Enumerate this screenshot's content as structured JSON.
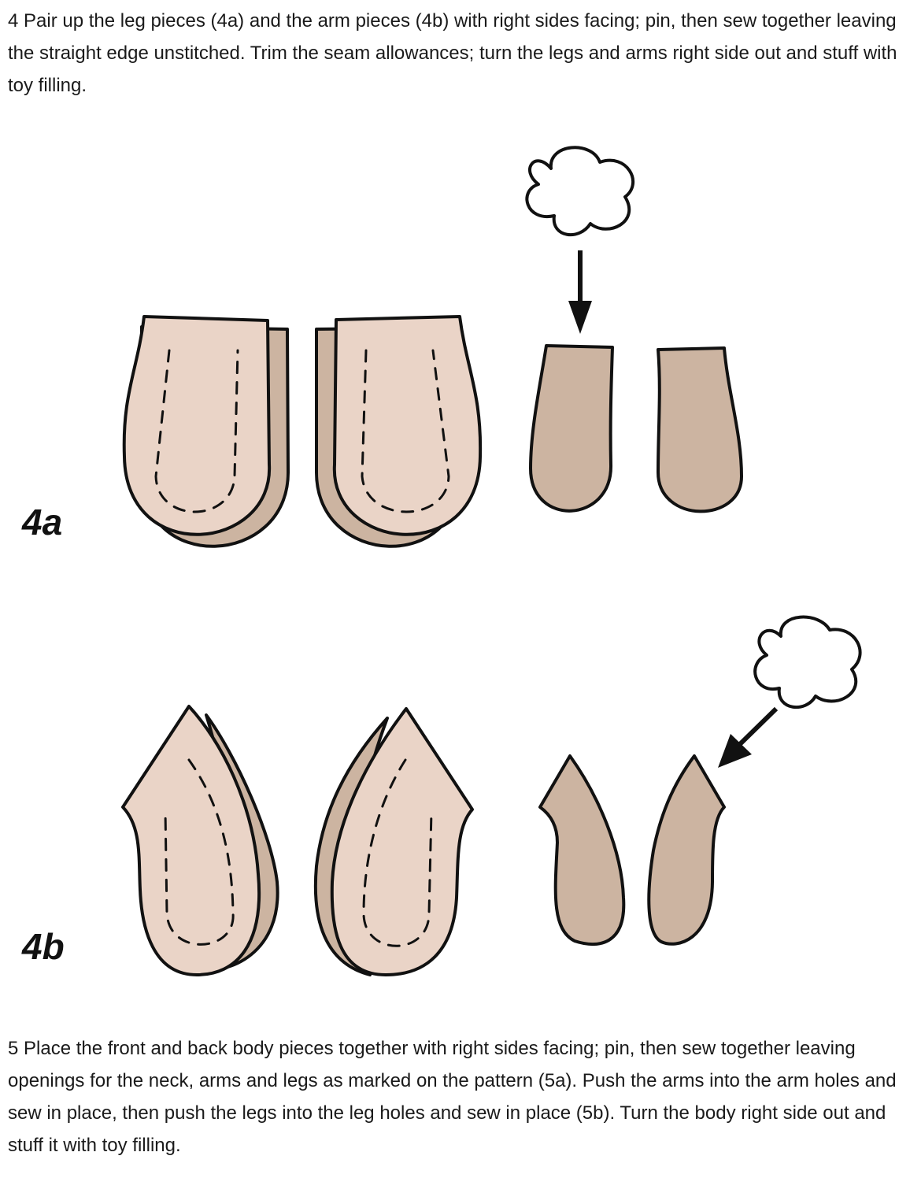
{
  "step4": {
    "text": "4 Pair up the leg pieces (4a) and the arm pieces (4b) with right sides facing; pin, then sew together leaving the straight edge unstitched. Trim the seam allowances; turn the legs and arms right side out and stuff with toy filling."
  },
  "figure_4a": {
    "label": "4a"
  },
  "figure_4b": {
    "label": "4b"
  },
  "step5": {
    "text": "5 Place the front and back body pieces together with right sides facing; pin, then sew together leaving openings for the neck, arms and legs as marked on the pattern (5a). Push the arms into the arm holes and sew in place, then push the legs into the leg holes and sew in place (5b). Turn the body right side out and stuff it with toy filling."
  },
  "colors": {
    "fabric_front": "#ead4c7",
    "fabric_back": "#ccb4a1",
    "outline": "#111111",
    "filling": "#ffffff"
  }
}
